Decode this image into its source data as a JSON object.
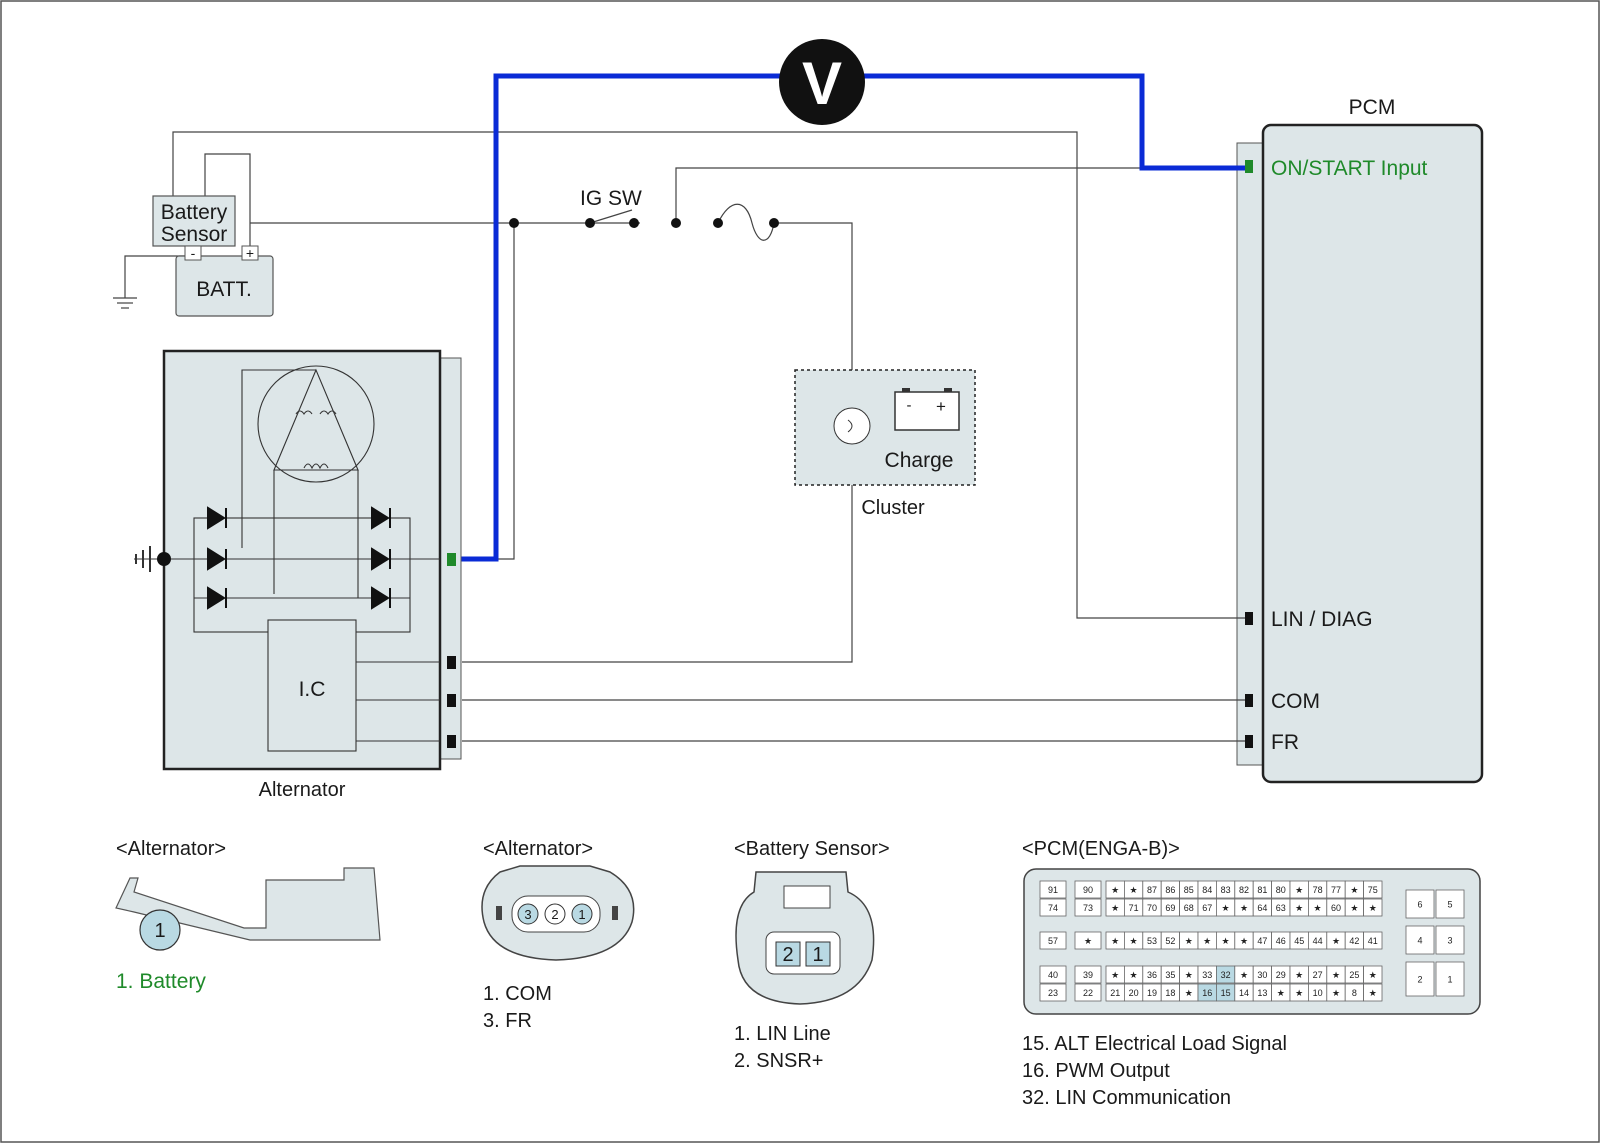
{
  "components": {
    "voltmeter_symbol": "V",
    "pcm_title": "PCM",
    "pcm_pins": {
      "on_start": "ON/START Input",
      "lin_diag": "LIN / DIAG",
      "com": "COM",
      "fr": "FR"
    },
    "battery_sensor_line1": "Battery",
    "battery_sensor_line2": "Sensor",
    "battery": "BATT.",
    "battery_minus": "-",
    "battery_plus": "+",
    "ig_sw": "IG SW",
    "alternator": "Alternator",
    "ic": "I.C",
    "cluster": "Cluster",
    "charge": "Charge"
  },
  "connectors": {
    "alt_terminal": {
      "title": "<Alternator>",
      "pin_number": "1",
      "legend": "1. Battery"
    },
    "alt_plug": {
      "title": "<Alternator>",
      "pins": [
        "3",
        "2",
        "1"
      ],
      "legend": [
        "1. COM",
        "3. FR"
      ]
    },
    "battery_sensor": {
      "title": "<Battery Sensor>",
      "pins": [
        "2",
        "1"
      ],
      "legend": [
        "1. LIN Line",
        "2. SNSR+"
      ]
    },
    "pcm": {
      "title": "<PCM(ENGA-B)>",
      "legend": [
        "15. ALT Electrical Load Signal",
        "16. PWM Output",
        "32. LIN Communication"
      ],
      "left_pairs": [
        [
          "91",
          "74"
        ],
        [
          "57"
        ],
        [
          "40",
          "23"
        ]
      ],
      "second_pairs": [
        [
          "90",
          "73"
        ],
        [
          "★"
        ],
        [
          "39",
          "22"
        ]
      ],
      "rows": [
        [
          "★",
          "★",
          "87",
          "86",
          "85",
          "84",
          "83",
          "82",
          "81",
          "80",
          "★",
          "78",
          "77",
          "★",
          "75"
        ],
        [
          "★",
          "71",
          "70",
          "69",
          "68",
          "67",
          "★",
          "★",
          "64",
          "63",
          "★",
          "★",
          "60",
          "★",
          "★"
        ],
        [
          "★",
          "★",
          "53",
          "52",
          "★",
          "★",
          "★",
          "★",
          "47",
          "46",
          "45",
          "44",
          "★",
          "42",
          "41"
        ],
        [
          "★",
          "★",
          "36",
          "35",
          "★",
          "33",
          "32",
          "★",
          "30",
          "29",
          "★",
          "27",
          "★",
          "25",
          "★"
        ],
        [
          "21",
          "20",
          "19",
          "18",
          "★",
          "16",
          "15",
          "14",
          "13",
          "★",
          "★",
          "10",
          "★",
          "8",
          "★"
        ]
      ],
      "right_pairs": [
        [
          "6",
          "5"
        ],
        [
          "4",
          "3"
        ],
        [
          "2",
          "1"
        ]
      ],
      "highlighted": [
        "32",
        "16",
        "15"
      ]
    }
  },
  "colors": {
    "measure_wire": "#0a2bd6",
    "connector_green": "#1f8a2a",
    "panel_fill": "#dde6e8",
    "pin_highlight": "#b9d9e3"
  }
}
